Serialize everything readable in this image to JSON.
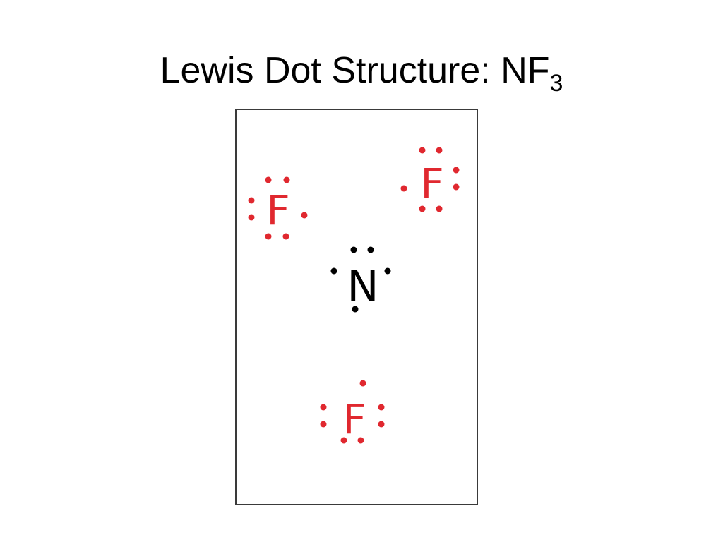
{
  "slide": {
    "title": "Lewis Dot Structure: NF",
    "title_subscript": "3"
  },
  "molecule": {
    "central_atom": {
      "symbol": "N",
      "lone_pair_count": 1,
      "bonding_electrons": 3,
      "color": "#000000"
    },
    "outer_atoms": [
      {
        "symbol": "F",
        "lone_pair_count": 3,
        "bonding_electrons": 1,
        "color": "#e0282f"
      },
      {
        "symbol": "F",
        "lone_pair_count": 3,
        "bonding_electrons": 1,
        "color": "#e0282f"
      },
      {
        "symbol": "F",
        "lone_pair_count": 3,
        "bonding_electrons": 1,
        "color": "#e0282f"
      }
    ]
  }
}
